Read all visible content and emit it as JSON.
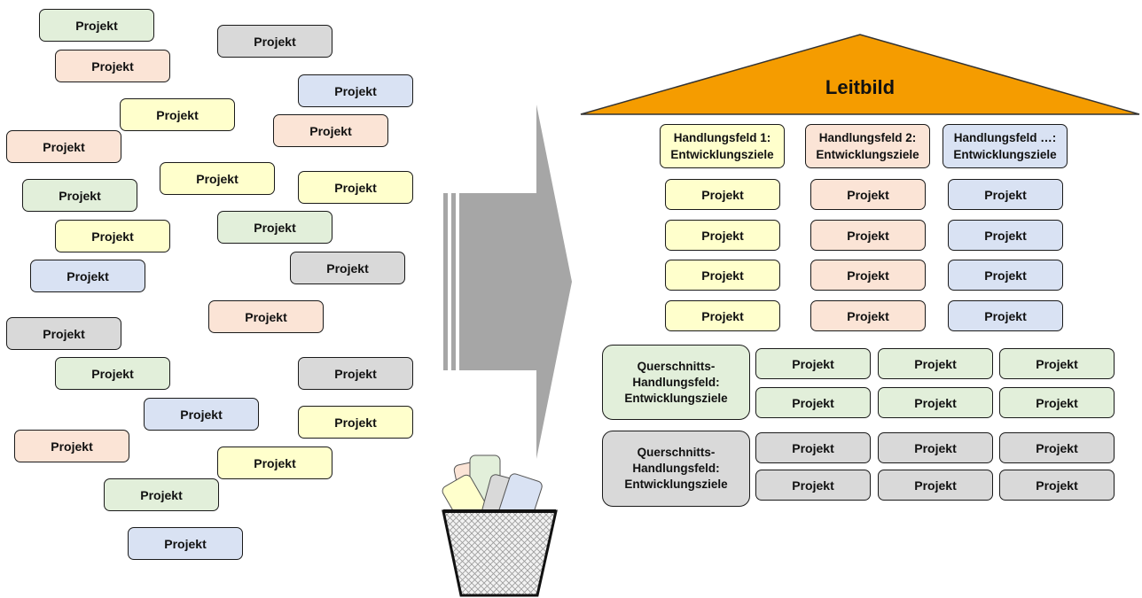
{
  "roof": {
    "title": "Leitbild",
    "color": "#f59c00"
  },
  "fields": [
    {
      "heading": "Handlungsfeld 1:\nEntwicklungsziele",
      "projects": [
        "Projekt",
        "Projekt",
        "Projekt",
        "Projekt"
      ]
    },
    {
      "heading": "Handlungsfeld 2:\nEntwicklungsziele",
      "projects": [
        "Projekt",
        "Projekt",
        "Projekt",
        "Projekt"
      ]
    },
    {
      "heading": "Handlungsfeld …:\nEntwicklungsziele",
      "projects": [
        "Projekt",
        "Projekt",
        "Projekt",
        "Projekt"
      ]
    }
  ],
  "cross_sections": [
    {
      "heading": "Querschnitts-\nHandlungsfeld:\nEntwicklungsziele",
      "projects": [
        "Projekt",
        "Projekt",
        "Projekt",
        "Projekt",
        "Projekt",
        "Projekt"
      ]
    },
    {
      "heading": "Querschnitts-\nHandlungsfeld:\nEntwicklungsziele",
      "projects": [
        "Projekt",
        "Projekt",
        "Projekt",
        "Projekt",
        "Projekt",
        "Projekt"
      ]
    }
  ],
  "scattered_projects": [
    "Projekt",
    "Projekt",
    "Projekt",
    "Projekt",
    "Projekt",
    "Projekt",
    "Projekt",
    "Projekt",
    "Projekt",
    "Projekt",
    "Projekt",
    "Projekt",
    "Projekt",
    "Projekt",
    "Projekt",
    "Projekt",
    "Projekt",
    "Projekt",
    "Projekt",
    "Projekt",
    "Projekt",
    "Projekt",
    "Projekt",
    "Projekt"
  ],
  "colors": {
    "green": "#e2efda",
    "grey": "#d9d9d9",
    "peach": "#fbe4d6",
    "yellow": "#ffffcc",
    "blue": "#d9e2f3",
    "arrow": "#a6a6a6"
  },
  "icons": {
    "arrow": "transformation-arrow-icon",
    "bin": "waste-basket-icon"
  }
}
